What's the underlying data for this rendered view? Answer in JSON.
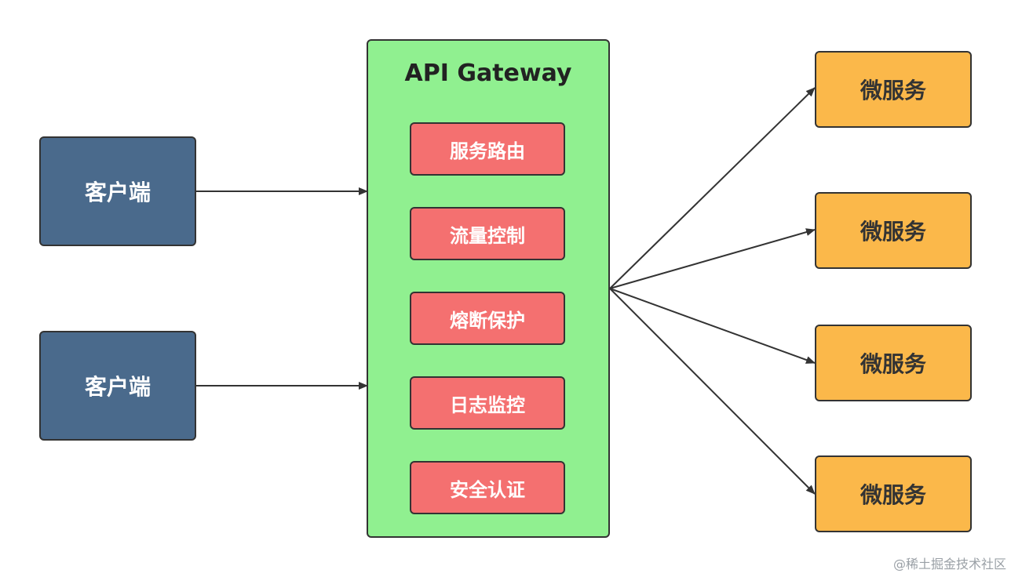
{
  "clients": [
    {
      "label": "客户端"
    },
    {
      "label": "客户端"
    }
  ],
  "gateway": {
    "title": "API Gateway",
    "features": [
      "服务路由",
      "流量控制",
      "熔断保护",
      "日志监控",
      "安全认证"
    ]
  },
  "services": [
    {
      "label": "微服务"
    },
    {
      "label": "微服务"
    },
    {
      "label": "微服务"
    },
    {
      "label": "微服务"
    }
  ],
  "watermark": "@稀土掘金技术社区",
  "colors": {
    "client": "#4a6a8c",
    "gateway": "#90f090",
    "feature": "#f47070",
    "service": "#fbb84a",
    "line": "#333333"
  }
}
